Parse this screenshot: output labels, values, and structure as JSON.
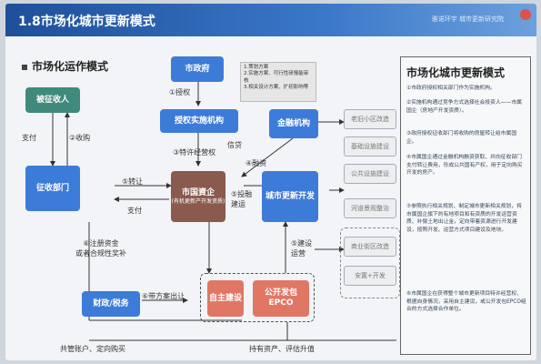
{
  "header": {
    "title": "1.8市场化城市更新模式",
    "logo_text": "雅诺环宇 城市更新研究院"
  },
  "section": {
    "title": "市场化运作模式"
  },
  "nodes": {
    "city_gov": "市政府",
    "authorized_agency": "授权实施机构",
    "financial_inst": "金融机构",
    "expropriatee": "被征收人",
    "expropriation_dept": "征收部门",
    "soe_platform": "市国資企",
    "soe_sub": "(有机更新产开发资质)",
    "urban_dev": "城市更新开发",
    "finance_tax": "财政/税务",
    "self_build": "自主建设",
    "epco": "公开发包EPCO"
  },
  "note": {
    "lines": [
      "1.策划方案",
      "2.实施方案、可行性研报能审核",
      "3.相关设计方案、扩初影响等"
    ]
  },
  "edge_labels": {
    "authorize": "①授权",
    "compensate": "支付",
    "acquire": "②收购",
    "concession": "③特许经营权",
    "credit": "信贷",
    "financing": "④融资",
    "transfer": "⑤转让",
    "pay": "支付",
    "invest_build": "⑤投融建运",
    "build_op": "⑤建设运营",
    "capital": "⑥注册资金\n或者合规性奖补",
    "tax_out": "⑥带方案出让",
    "shared": "共管账户、定向购买",
    "hold": "持有资产、评估升值"
  },
  "right_items": [
    "老旧小区改造",
    "基础设施建设",
    "公共设施建设",
    "河道景观整治",
    "商业街区改造",
    "安置+开发"
  ],
  "panel": {
    "title": "市场化城市更新模式",
    "lines": [
      "①市政府授权相关部门作为实施机构。",
      "②实施机构通过竞争方式选择社会投资人——市属国企（房地产开发资质）。",
      "③政府授权征收部门将收购的房屋转让给市属国企。",
      "④市属国企通过金融机构融资获取、并向征收部门支付转让费用，形成公共国有产权，用于定向购买开发的房产。",
      "⑤参照执行相关规划、制定城市更新相关规划，将市属国企旗下的有地项目和有资质的开发运营资质、补偿土地出让金，定向带着资源进行开发建设，按照开发、运营方式项目建设及地块。",
      "⑥市属国企在获得整个城市更新项目特许经营权、根据自身情况，采用自主建设，或公开发包EPCO组合的方式选择合作单位。"
    ]
  }
}
